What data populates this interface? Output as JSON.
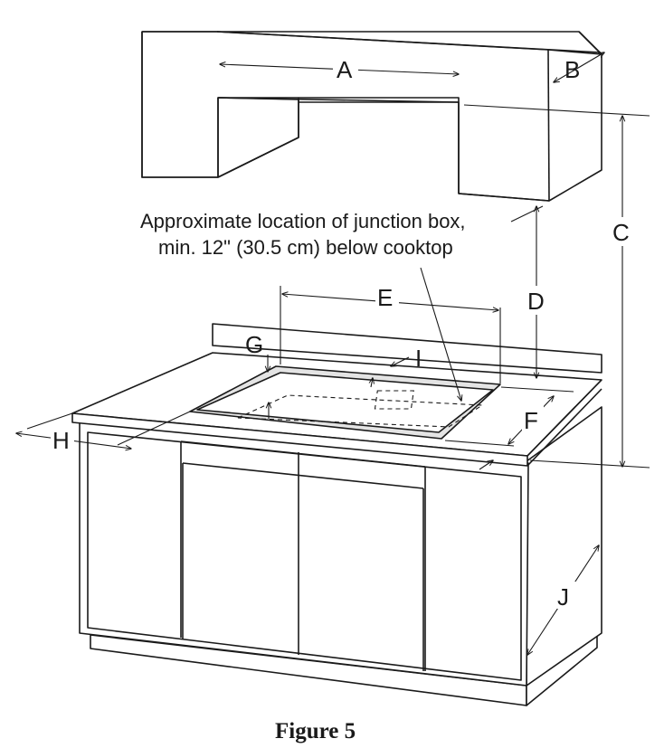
{
  "figure": {
    "caption": "Figure 5",
    "note_line1": "Approximate location of junction box,",
    "note_line2": "min. 12\" (30.5 cm) below cooktop",
    "labels": {
      "a": "A",
      "b": "B",
      "c": "C",
      "d": "D",
      "e": "E",
      "f": "F",
      "g": "G",
      "h": "H",
      "i": "I",
      "j": "J"
    }
  }
}
